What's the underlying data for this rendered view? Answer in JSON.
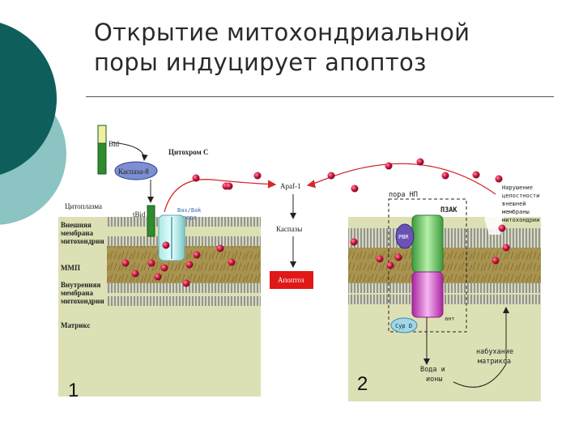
{
  "slide": {
    "title_line1": "Открытие митохондриальной",
    "title_line2": "поры индуцирует апоптоз"
  },
  "panel1": {
    "number": "1",
    "labels": {
      "bid": "Bid",
      "caspase8": "Каспаза-8",
      "tbid": "tBid",
      "cytochrome_c": "Цитохром С",
      "cytoplasm": "Цитоплазма",
      "bax_bak_line1": "Bax/Bak",
      "bax_bak_line2": "пора",
      "outer_membrane_line1": "Внешняя",
      "outer_membrane_line2": "мембрана",
      "outer_membrane_line3": "митохондрии",
      "imm_space": "ММП",
      "inner_membrane_line1": "Внутренняя",
      "inner_membrane_line2": "мембрана",
      "inner_membrane_line3": "митохондрии",
      "matrix": "Матрикс"
    }
  },
  "center": {
    "apaf1": "Apaf-1",
    "caspases": "Каспазы",
    "apoptosis": "Апоптоз"
  },
  "panel2": {
    "number": "2",
    "labels": {
      "pore_np": "пора НП",
      "pzak": "ПЗАК",
      "pbr": "PBR",
      "ant": "ант",
      "cypd": "Cyp D",
      "damage_line1": "Нарушение",
      "damage_line2": "целостности",
      "damage_line3": "внешней",
      "damage_line4": "мембраны",
      "damage_line5": "митохондрии",
      "swelling_line1": "набухание",
      "swelling_line2": "матрикса",
      "water_line1": "Вода и",
      "water_line2": "ионы"
    }
  },
  "colors": {
    "slide_teal_dark": "#0e5f5c",
    "slide_teal_light": "#8cc3c3",
    "membrane_green": "#5a6a2e",
    "matrix_bg": "#dde0b4",
    "ims_bg": "#a89450",
    "cyto_c_red": "#c0123a",
    "pore_teal": "#8fd6d6",
    "pore_green": "#6cc86c",
    "pore_magenta": "#d04ecb",
    "pbr_purple": "#6b52b5",
    "apoptosis_box": "#e01818",
    "arrow_red": "#d42a2a"
  }
}
